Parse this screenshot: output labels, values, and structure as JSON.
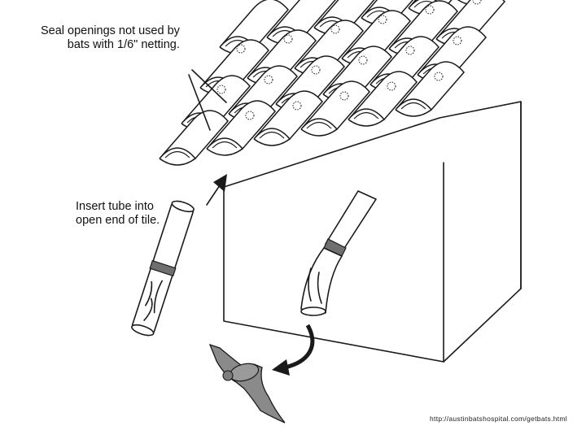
{
  "labels": {
    "seal_line1": "Seal openings not used by",
    "seal_line2": "bats with 1/6\" netting.",
    "insert_line1": "Insert tube into",
    "insert_line2": "open end of tile."
  },
  "source_url": "http://austinbatshospital.com/getbats.html",
  "colors": {
    "ink": "#1a1a1a",
    "paper": "#ffffff",
    "bat_body": "#8a8a8a",
    "tube_band": "#6f6f6f"
  },
  "icons": [
    "netting-icon",
    "bat-icon",
    "arrow-icon",
    "tube-icon"
  ]
}
